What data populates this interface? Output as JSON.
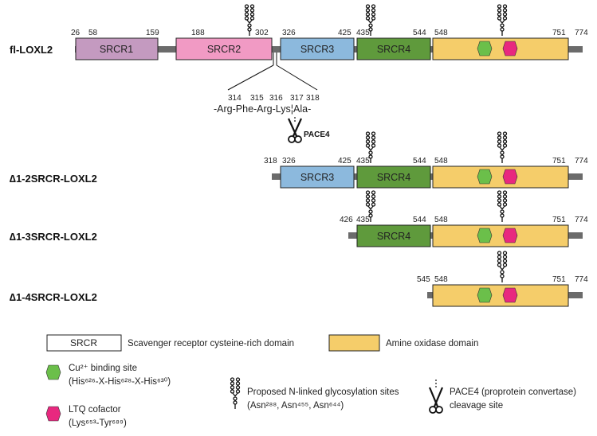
{
  "constructs": [
    {
      "name": "fl-LOXL2"
    },
    {
      "name": "∆1-2SRCR-LOXL2"
    },
    {
      "name": "∆1-3SRCR-LOXL2"
    },
    {
      "name": "∆1-4SRCR-LOXL2"
    }
  ],
  "fl": {
    "start": "26",
    "domains": [
      {
        "label": "SRCR1",
        "start": "58",
        "end": "159"
      },
      {
        "label": "SRCR2",
        "start": "188",
        "end": "302"
      },
      {
        "label": "SRCR3",
        "start": "326",
        "end": "425"
      },
      {
        "label": "SRCR4",
        "start": "435",
        "end": "544"
      },
      {
        "label": "",
        "start": "548",
        "end": "751"
      }
    ],
    "end": "774"
  },
  "d12": {
    "start": "318",
    "srcr3": [
      "326",
      "425"
    ],
    "srcr4": [
      "435",
      "544"
    ],
    "ao": [
      "548",
      "751"
    ],
    "end": "774",
    "labels": [
      "SRCR3",
      "SRCR4"
    ]
  },
  "d13": {
    "start": "426",
    "srcr4": [
      "435",
      "544"
    ],
    "ao": [
      "548",
      "751"
    ],
    "end": "774",
    "labels": [
      "SRCR4"
    ]
  },
  "d14": {
    "start": "545",
    "ao": [
      "548",
      "751"
    ],
    "end": "774"
  },
  "cleavage": {
    "positions": [
      "314",
      "315",
      "316",
      "317",
      "318"
    ],
    "sequence": "-Arg-Phe-Arg-Lys¦Ala-",
    "enzyme": "PACE4"
  },
  "legend": {
    "srcr_box": "SRCR",
    "srcr_text": "Scavenger receptor cysteine-rich domain",
    "ao_text": "Amine oxidase domain",
    "cu_line1": "Cu²⁺ binding site",
    "cu_line2": "(His⁶²⁶-X-His⁶²⁸-X-His⁶³⁰)",
    "ltq_line1": "LTQ cofactor",
    "ltq_line2": "(Lys⁶⁵³-Tyr⁶⁸⁹)",
    "glyco_line1": "Proposed N-linked glycosylation sites",
    "glyco_line2": "(Asn²⁸⁸, Asn⁴⁵⁵, Asn⁶⁴⁴)",
    "pace_line1": "PACE4 (proprotein convertase)",
    "pace_line2": "cleavage site"
  },
  "colors": {
    "srcr1": "#c49ac0",
    "srcr2": "#f19ac4",
    "srcr3": "#8cb9dd",
    "srcr4": "#5f9a3c",
    "amine_oxidase": "#f5cd6a",
    "cu_site": "#6bbf4a",
    "ltq": "#e8287f",
    "linker": "#6b6b6b"
  },
  "icons": [
    "glycosylation-icon",
    "scissors-icon",
    "hexagon-icon"
  ]
}
